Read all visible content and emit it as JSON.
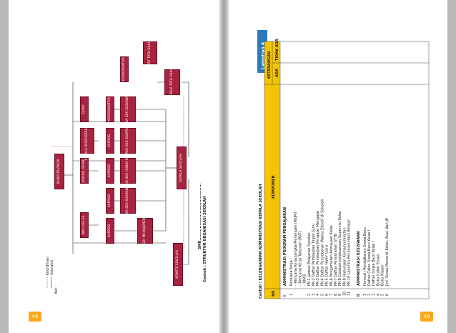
{
  "left_page": {
    "page_number": "48",
    "title": "Contoh : STRUKTUR ORGANISASI SEKOLAH",
    "subtitle": "SMK..........................................",
    "legend": {
      "label": "Ket:",
      "instruksi": "Instruksi",
      "koordinasi": "Koordinasi"
    },
    "nodes": {
      "komite": "KOMITE SEKOLAH",
      "kepala": "KEPALA SEKOLAH",
      "industri": "INDUSTRI/DUDI",
      "wmm": "WAKASEK MANAJEMEN MUTU",
      "kaprog1": "KAPROG",
      "wks_kur": "WAKA SEK KURIKULUM",
      "kaprog2": "KAPROG",
      "walikelas": "WALI KELAS",
      "wks_hub": "WAKA SEK HUBIN-DUDI",
      "kaprog3": "KAPROG",
      "koord_bk": "KOORD. BP/BK",
      "wks_sar": "WAKA SEK SARPRAS",
      "kaprog4": "KAPROG",
      "kepala_perpus": "KEPALA PERPUSTAKAAN",
      "wks_kes": "WAKA SEK KESISWAAN",
      "koordinator1": "KOORDINATOR",
      "guru": "GURU",
      "kepala_tu": "KEPALA TATA USAHA",
      "koordinator2": "KOORDINATOR",
      "staf_tu": "STAF TATA USAHA"
    }
  },
  "right_page": {
    "page_number": "49",
    "tab": "Lampiran 4",
    "title": "Contoh : KELENGKAPAN ADMINISTRASI KEPALA SEKOLAH",
    "headers": {
      "no": "NO",
      "komponen": "KOMPONEN",
      "keterangan": "KETERANGAN",
      "ada": "ADA",
      "tidak_ada": "TIDAK ADA"
    },
    "section1": {
      "roman": "I",
      "title": "ADMINISTRASI PROGRAM PENGAJARAN",
      "items": [
        {
          "no": "1",
          "text": "Rencana Kerja :"
        },
        {
          "no": "",
          "text": "-   Rencana Kerja Jangka Menengah (RKJM)"
        },
        {
          "no": "",
          "text": "-   Rencana Kerja Tahunan (RKT)"
        },
        {
          "no": "",
          "text": "-   RKAS"
        },
        {
          "no": "2",
          "text": "PK-1    Jadwal Pelajaran Sekolah"
        },
        {
          "no": "3",
          "text": "PK-2    Daftar Pembagian Tugas Guru"
        },
        {
          "no": "4",
          "text": "PK-3    Daftar Pembagian Pengajar Mengajar"
        },
        {
          "no": "5",
          "text": "PK-4    Daftar Penyebaran Waktu Efektif di Sekolah"
        },
        {
          "no": "6",
          "text": "PK-5    Daftar Hadir Guru"
        },
        {
          "no": "7",
          "text": "PK-6    Pengamatan Kemajuan Kelas"
        },
        {
          "no": "8",
          "text": "PK-7    Daftar Penyerahan STTB"
        },
        {
          "no": "9",
          "text": "PK-8    Catatan pelaksanaan Supervisi Kelas"
        },
        {
          "no": "10",
          "text": "PK-9    Hubungan Kemasyarakatan"
        },
        {
          "no": "11",
          "text": "PK-10  Laporan Penilaian Hasil Belajar"
        }
      ]
    },
    "section2": {
      "roman": "II",
      "title": "ADMINISTRASI KESISWAAN",
      "items": [
        {
          "no": "1",
          "text": "Formulir Pendaftaran Siswa Baru"
        },
        {
          "no": "2",
          "text": "Daftar Calon Siswa Baru Kelas I"
        },
        {
          "no": "3",
          "text": "Daftar Siswa Baru Kelas I"
        },
        {
          "no": "4",
          "text": "Buku Induk Siswa"
        },
        {
          "no": "5",
          "text": "Buku Klaper"
        },
        {
          "no": "6",
          "text": "Jml. Siswa Menurut Kelas, Asal, dan JK"
        }
      ]
    }
  }
}
